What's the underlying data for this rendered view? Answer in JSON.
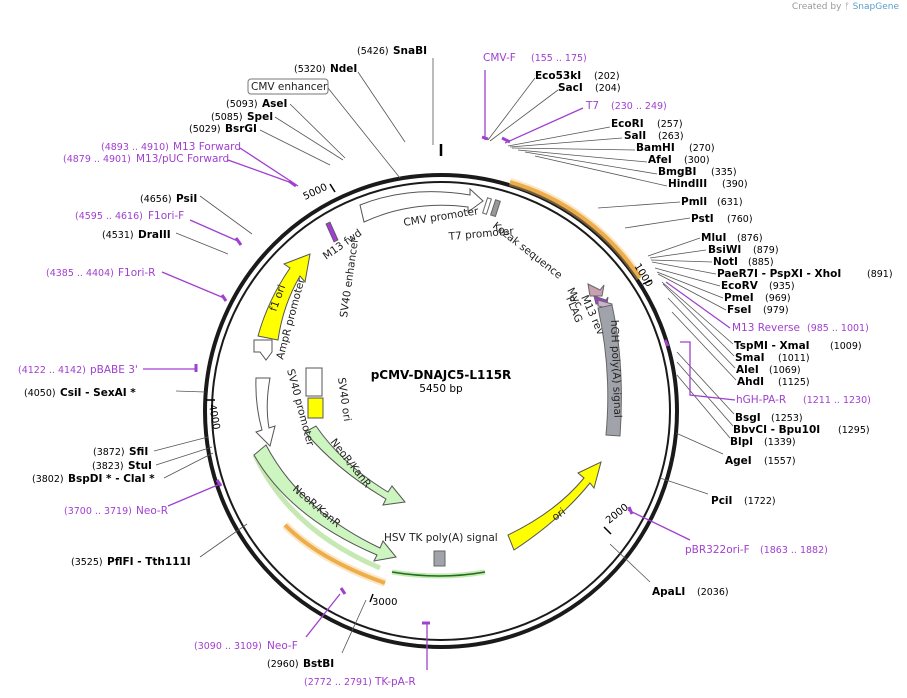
{
  "plasmid": {
    "name": "pCMV-DNAJC5-L115R",
    "length": "5450 bp"
  },
  "credit": {
    "prefix": "Created by",
    "brand": "SnapGene"
  },
  "ticks": [
    {
      "label": "1000"
    },
    {
      "label": "2000"
    },
    {
      "label": "3000"
    },
    {
      "label": "4000"
    },
    {
      "label": "5000"
    }
  ],
  "sites": [
    {
      "name": "SnaBI",
      "pos": "(5426)"
    },
    {
      "name": "NdeI",
      "pos": "(5320)"
    },
    {
      "name": "AseI",
      "pos": "(5093)"
    },
    {
      "name": "SpeI",
      "pos": "(5085)"
    },
    {
      "name": "BsrGI",
      "pos": "(5029)"
    },
    {
      "name": "PsiI",
      "pos": "(4656)"
    },
    {
      "name": "DraIII",
      "pos": "(4531)"
    },
    {
      "name": "CsiI   - SexAI *",
      "pos": "(4050)"
    },
    {
      "name": "SfiI",
      "pos": "(3872)"
    },
    {
      "name": "StuI",
      "pos": "(3823)"
    },
    {
      "name": "BspDI *  - ClaI *",
      "pos": "(3802)"
    },
    {
      "name": "PflFI   - Tth111I",
      "pos": "(3525)"
    },
    {
      "name": "BstBI",
      "pos": "(2960)"
    },
    {
      "name": "Eco53kI",
      "pos": "(202)"
    },
    {
      "name": "SacI",
      "pos": "(204)"
    },
    {
      "name": "EcoRI",
      "pos": "(257)"
    },
    {
      "name": "SalI",
      "pos": "(263)"
    },
    {
      "name": "BamHI",
      "pos": "(270)"
    },
    {
      "name": "AfeI",
      "pos": "(300)"
    },
    {
      "name": "BmgBI",
      "pos": "(335)"
    },
    {
      "name": "HindIII",
      "pos": "(390)"
    },
    {
      "name": "PmlI",
      "pos": "(631)"
    },
    {
      "name": "PstI",
      "pos": "(760)"
    },
    {
      "name": "MluI",
      "pos": "(876)"
    },
    {
      "name": "BsiWI",
      "pos": "(879)"
    },
    {
      "name": "NotI",
      "pos": "(885)"
    },
    {
      "name": "PaeR7I   - PspXI   - XhoI",
      "pos": "(891)"
    },
    {
      "name": "EcoRV",
      "pos": "(935)"
    },
    {
      "name": "PmeI",
      "pos": "(969)"
    },
    {
      "name": "FseI",
      "pos": "(979)"
    },
    {
      "name": "TspMI   - XmaI",
      "pos": "(1009)"
    },
    {
      "name": "SmaI",
      "pos": "(1011)"
    },
    {
      "name": "AleI",
      "pos": "(1069)"
    },
    {
      "name": "AhdI",
      "pos": "(1125)"
    },
    {
      "name": "BsgI",
      "pos": "(1253)"
    },
    {
      "name": "BbvCI   - Bpu10I",
      "pos": "(1295)"
    },
    {
      "name": "BlpI",
      "pos": "(1339)"
    },
    {
      "name": "AgeI",
      "pos": "(1557)"
    },
    {
      "name": "PciI",
      "pos": "(1722)"
    },
    {
      "name": "ApaLI",
      "pos": "(2036)"
    }
  ],
  "primers": [
    {
      "name": "CMV-F",
      "range": "(155 .. 175)"
    },
    {
      "name": "T7",
      "range": "(230 .. 249)"
    },
    {
      "name": "M13 Reverse",
      "range": "(985 .. 1001)"
    },
    {
      "name": "hGH-PA-R",
      "range": "(1211 .. 1230)"
    },
    {
      "name": "pBR322ori-F",
      "range": "(1863 .. 1882)"
    },
    {
      "name": "TK-pA-R",
      "range": "(2772 .. 2791)"
    },
    {
      "name": "Neo-F",
      "range": "(3090 .. 3109)"
    },
    {
      "name": "Neo-R",
      "range": "(3700 .. 3719)"
    },
    {
      "name": "pBABE 3'",
      "range": "(4122 .. 4142)"
    },
    {
      "name": "F1ori-R",
      "range": "(4385 .. 4404)"
    },
    {
      "name": "F1ori-F",
      "range": "(4595 .. 4616)"
    },
    {
      "name": "M13/pUC Forward",
      "range": "(4879 .. 4901)"
    },
    {
      "name": "M13 Forward",
      "range": "(4893 .. 4910)"
    }
  ],
  "features": {
    "cmv_enhancer": "CMV enhancer",
    "cmv_promoter": "CMV promoter",
    "t7_promoter": "T7 promoter",
    "kozak": "Kozak sequence",
    "myc": "Myc",
    "m13_rev": "M13 rev",
    "flag": "FLAG",
    "hgh_polya": "hGH poly(A) signal",
    "ori": "ori",
    "hsv_tk_polya": "HSV TK poly(A) signal",
    "neor_inner": "NeoR/KanR",
    "neor_outer": "NeoR/KanR",
    "sv40_enhancer": "SV40 enhancer",
    "sv40_ori": "SV40 ori",
    "sv40_promoter": "SV40 promoter",
    "ampr_promoter": "AmpR promoter",
    "f1_ori": "f1 ori",
    "m13_fwd": "M13 fwd"
  },
  "colors": {
    "backbone": "#1a1a1a",
    "primer": "#a040d0",
    "ori_yellow": "#ffff00",
    "neo_green": "#cdf5c0",
    "polya_gray": "#a0a4aa",
    "orf_orange": "#e8a030",
    "promoter_white": "#ffffff"
  }
}
